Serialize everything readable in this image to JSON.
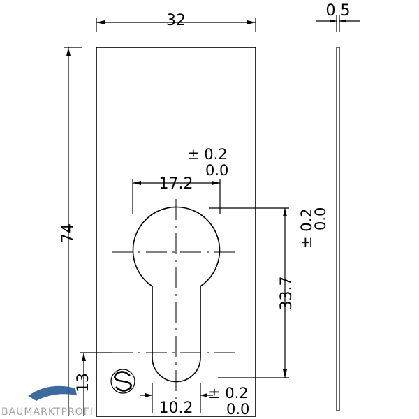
{
  "dimensions": {
    "width": "32",
    "thickness": "0 5",
    "height": "74",
    "circle_width": "17.2",
    "slot_width": "10.2",
    "center_distance": "33.7",
    "bottom_offset": "13"
  },
  "tolerances": {
    "circle": {
      "plus": "± 0.2",
      "zero": "0.0"
    },
    "distance": {
      "plus": "± 0.2",
      "zero": "0.0"
    },
    "slot": {
      "plus": "± 0.2",
      "zero": "0.0"
    }
  },
  "watermark": {
    "text": "BAUMARKTPROFI"
  },
  "colors": {
    "line": "#000000",
    "logo": "#2a5a96"
  }
}
